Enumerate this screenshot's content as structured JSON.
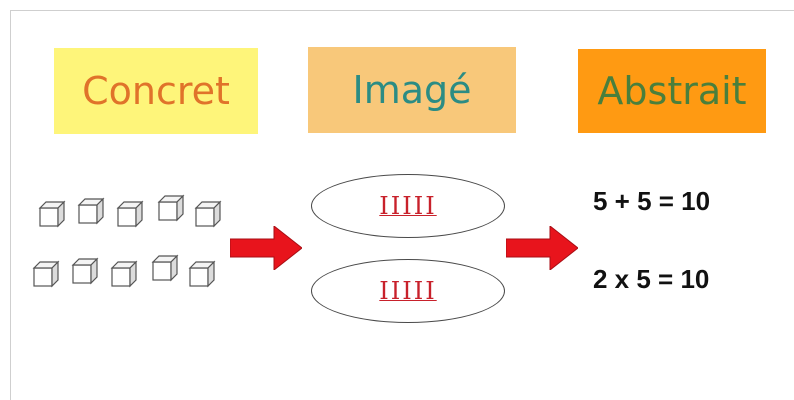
{
  "labels": {
    "concrete": "Concret",
    "image": "Imagé",
    "abstract": "Abstrait"
  },
  "tallies": {
    "top": "IIIII",
    "bottom": "IIIII"
  },
  "equations": {
    "addition": "5 + 5 = 10",
    "multiplication": "2 x 5 = 10"
  },
  "cube_rows": [
    5,
    5
  ],
  "colors": {
    "concrete_bg": "#fef57a",
    "concrete_text": "#e0732a",
    "image_bg": "#f8c87a",
    "image_text": "#2b8c84",
    "abstract_bg": "#ff9a12",
    "abstract_text": "#4a7f3c",
    "arrow": "#e8141c",
    "tally": "#c8212b"
  }
}
